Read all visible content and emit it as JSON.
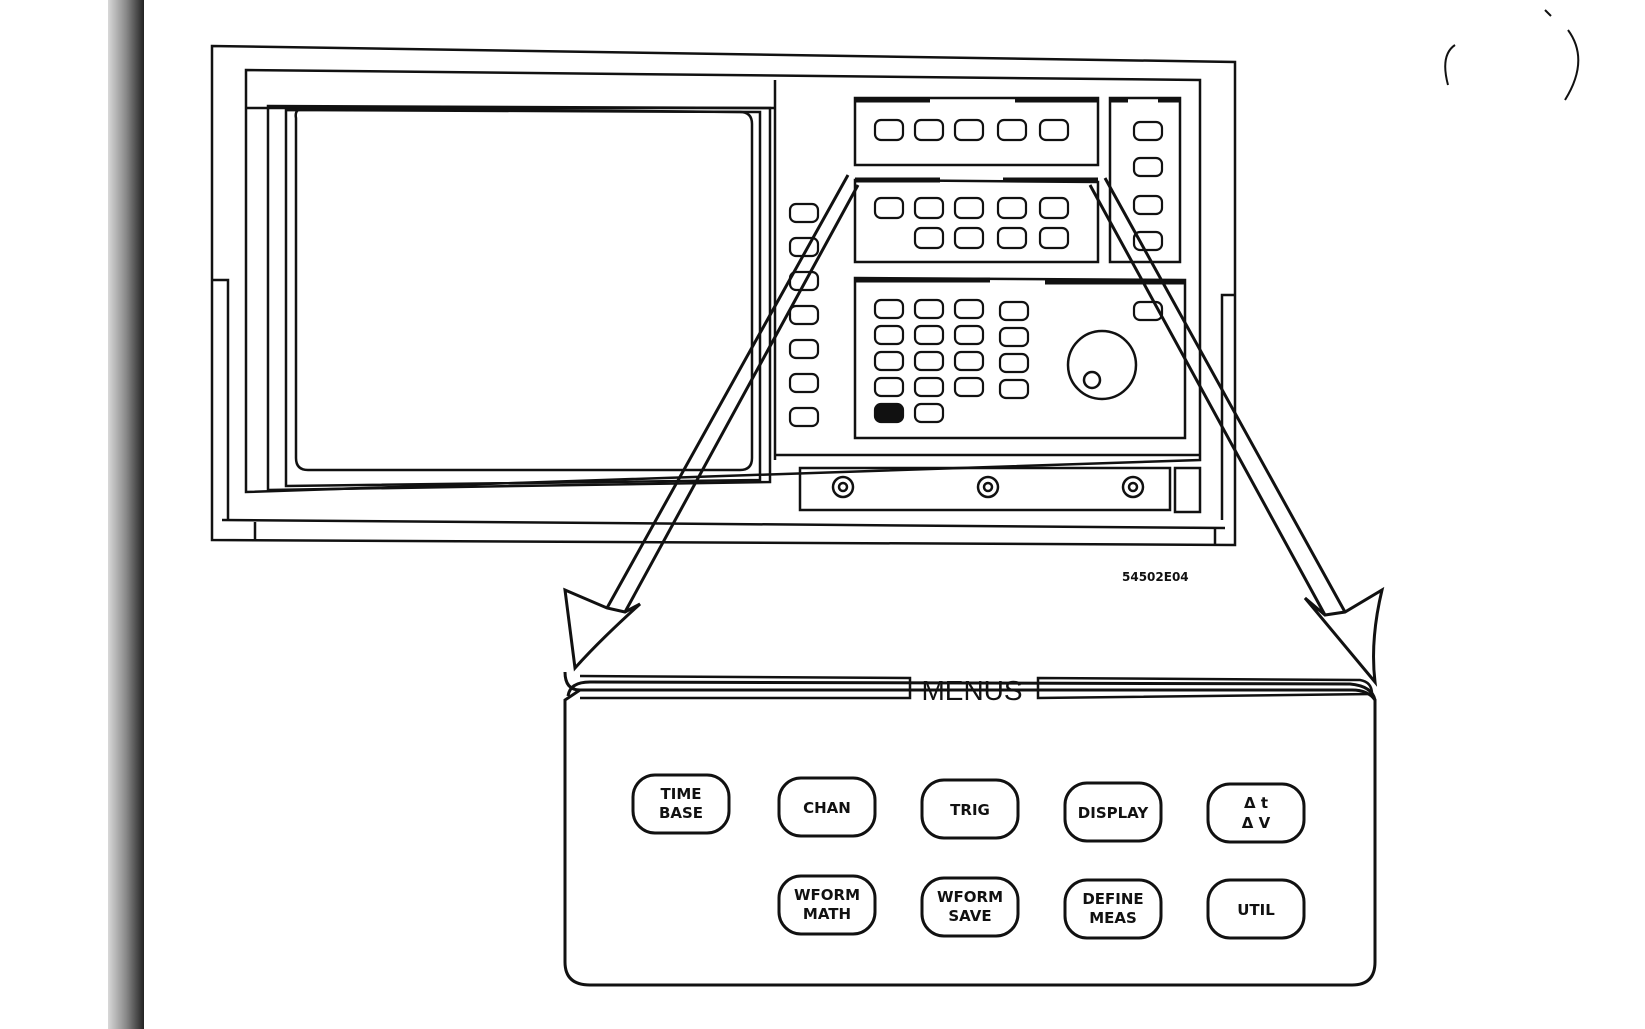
{
  "figure_id": "54502E04",
  "menus_panel": {
    "title": "MENUS",
    "buttons_row1": [
      {
        "line1": "TIME",
        "line2": "BASE"
      },
      {
        "line1": "CHAN",
        "line2": ""
      },
      {
        "line1": "TRIG",
        "line2": ""
      },
      {
        "line1": "DISPLAY",
        "line2": ""
      },
      {
        "line1": "Δ t",
        "line2": "Δ V"
      }
    ],
    "buttons_row2": [
      {
        "line1": "WFORM",
        "line2": "MATH"
      },
      {
        "line1": "WFORM",
        "line2": "SAVE"
      },
      {
        "line1": "DEFINE",
        "line2": "MEAS"
      },
      {
        "line1": "UTIL",
        "line2": ""
      }
    ]
  }
}
